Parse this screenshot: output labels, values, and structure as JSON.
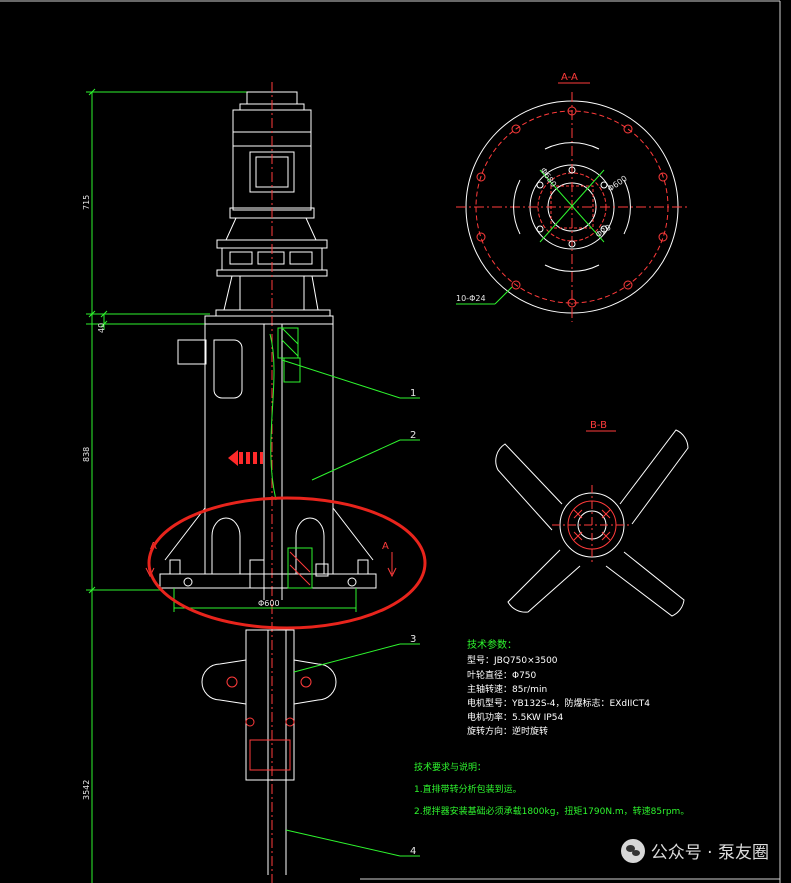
{
  "labels": {
    "section_aa": "A-A",
    "section_bb": "B-B",
    "section_a_left": "A",
    "section_a_right": "A",
    "bolt_holes": "10-Φ24",
    "aa_dim_1": "Φ680",
    "aa_dim_2": "Φ600",
    "aa_dim_3": "Φ20"
  },
  "dimensions": {
    "d715": "715",
    "d40": "40",
    "d838": "838",
    "d3542": "3542",
    "phi600": "Φ600"
  },
  "leaders": {
    "n1": "1",
    "n2": "2",
    "n3": "3",
    "n4": "4"
  },
  "tech_params": {
    "title": "技术参数：",
    "lines": [
      "型号：JBQ750×3500",
      "叶轮直径：Φ750",
      "主轴转速：85r/min",
      "电机型号：YB132S-4，防爆标志：EXdIICT4",
      "电机功率：5.5KW IP54",
      "旋转方向：逆时旋转"
    ]
  },
  "requirements": {
    "title": "技术要求与说明：",
    "lines": [
      "1.直排带转分析包装到运。",
      "2.搅拌器安装基础必须承载1800kg，扭矩1790N.m，转速85rpm。"
    ]
  },
  "watermark": {
    "text": "公众号 · 泵友圈"
  },
  "colors": {
    "background": "#000000",
    "dimension": "#2ef52e",
    "outline": "#ffffff",
    "centerline": "#ff3b3b",
    "highlight": "#e8241c",
    "text_params": "#ffffff"
  }
}
